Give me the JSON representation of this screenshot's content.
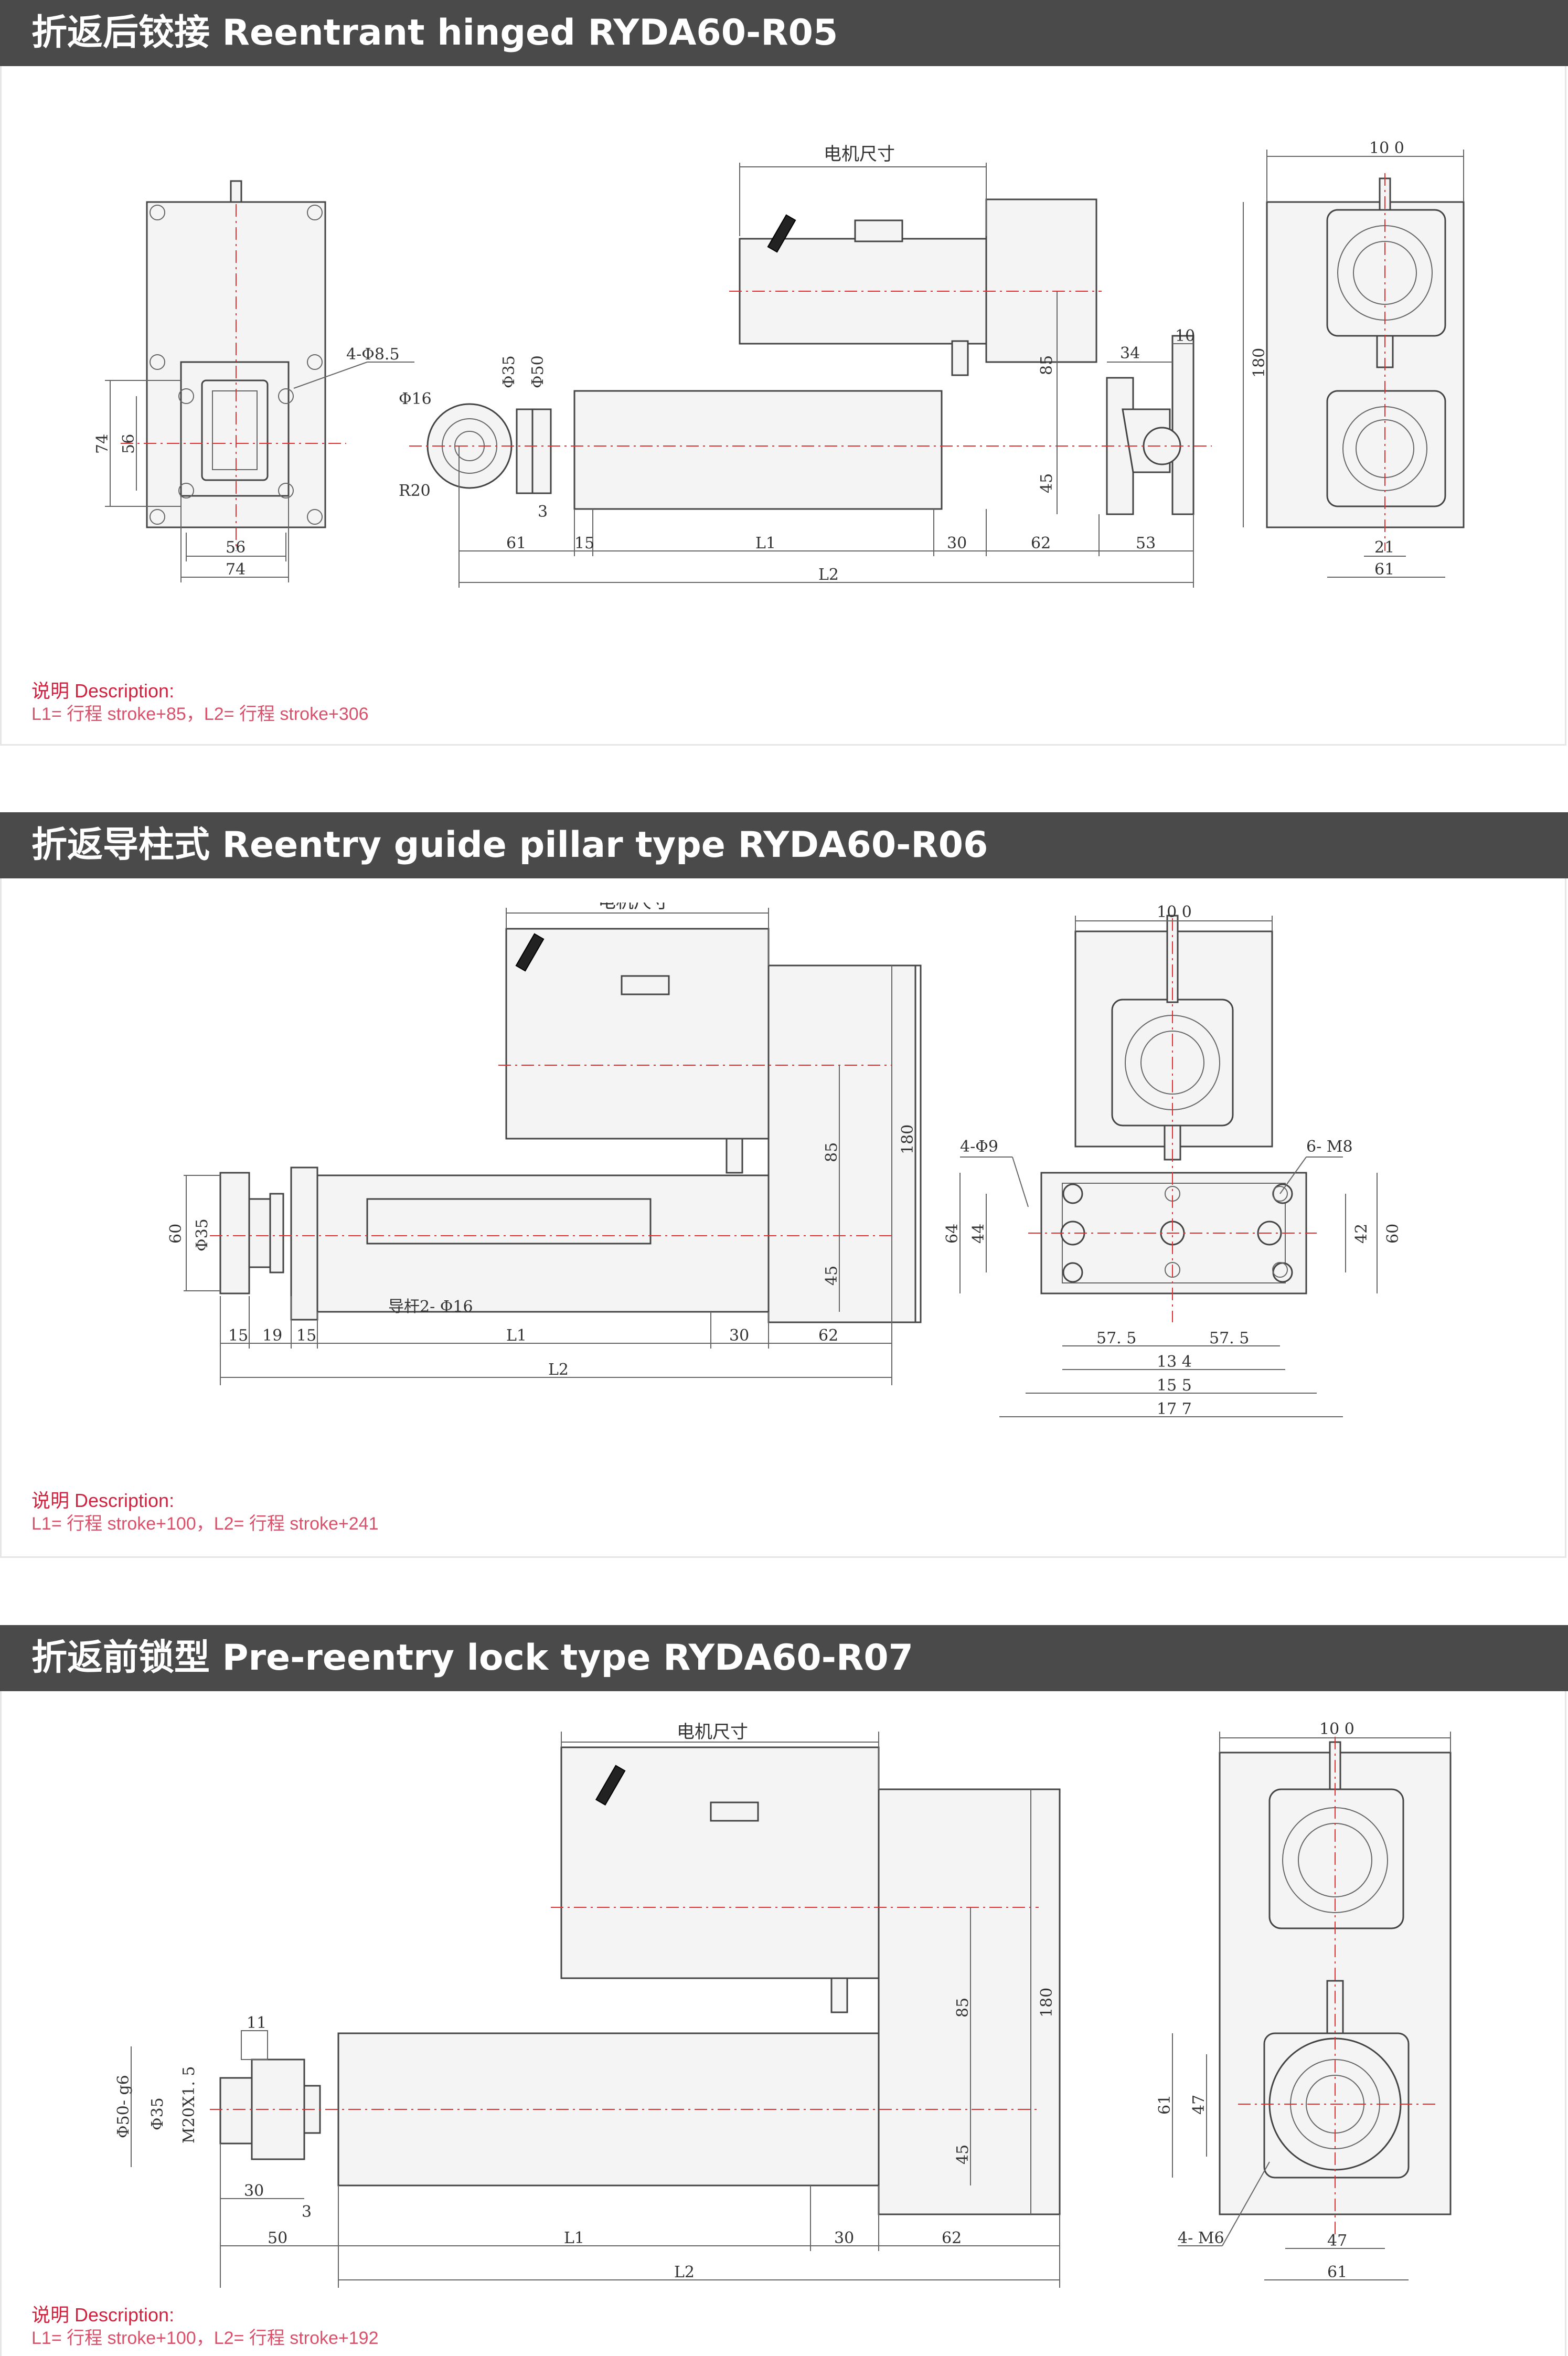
{
  "sections": [
    {
      "title": "折返后铰接 Reentrant hinged RYDA60-R05",
      "desc_heading": "说明 Description:",
      "desc_text": "L1= 行程 stroke+85，L2= 行程 stroke+306",
      "labels": {
        "motor": "电机尺寸",
        "hole": "4-Φ8.5",
        "phi16": "Φ16",
        "r20": "R20",
        "phi35": "Φ35",
        "phi50": "Φ50",
        "d3": "3",
        "d74": "74",
        "d56": "56",
        "d56b": "56",
        "d74b": "74",
        "d61": "61",
        "d15": "15",
        "L1": "L1",
        "d30": "30",
        "d62": "62",
        "d53": "53",
        "L2": "L2",
        "d85": "85",
        "d45": "45",
        "d34": "34",
        "d10": "10",
        "d100": "10 0",
        "d180": "180",
        "d21": "21",
        "d61b": "61"
      }
    },
    {
      "title": "折返导柱式 Reentry guide pillar type RYDA60-R06",
      "desc_heading": "说明 Description:",
      "desc_text": "L1= 行程 stroke+100，L2= 行程 stroke+241",
      "labels": {
        "motor": "电机尺寸",
        "d60": "60",
        "phi35": "Φ35",
        "guide": "导杆2- Φ16",
        "d15a": "15",
        "d19": "19",
        "d15b": "15",
        "L1": "L1",
        "d30": "30",
        "d62": "62",
        "L2": "L2",
        "d85": "85",
        "d45": "45",
        "d180": "180",
        "d100": "10 0",
        "hole": "4-Φ9",
        "m8": "6- M8",
        "d64": "64",
        "d44": "44",
        "d42": "42",
        "d60b": "60",
        "d575a": "57. 5",
        "d575b": "57. 5",
        "d134": "13 4",
        "d155": "15 5",
        "d177": "17 7"
      }
    },
    {
      "title": "折返前锁型 Pre-reentry lock type RYDA60-R07",
      "desc_heading": "说明 Description:",
      "desc_text": "L1= 行程 stroke+100，L2= 行程 stroke+192",
      "labels": {
        "motor": "电机尺寸",
        "d11": "11",
        "phi50": "Φ50- g6",
        "phi35": "Φ35",
        "m20": "M20X1. 5",
        "d30": "30",
        "d3": "3",
        "d50": "50",
        "L1": "L1",
        "d30b": "30",
        "d62": "62",
        "L2": "L2",
        "d85": "85",
        "d45": "45",
        "d180": "180",
        "d100": "10 0",
        "d61": "61",
        "d47": "47",
        "m6": "4- M6",
        "d47b": "47",
        "d61b": "61"
      }
    }
  ]
}
